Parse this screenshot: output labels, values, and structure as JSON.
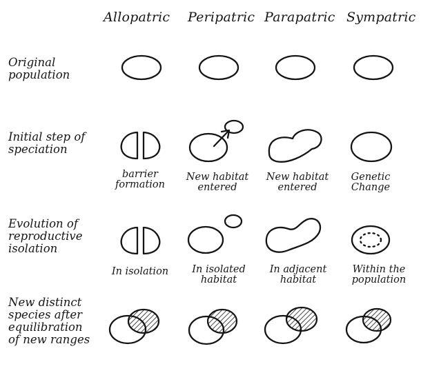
{
  "columns": [
    "Allopatric",
    "Peripatric",
    "Parapatric",
    "Sympatric"
  ],
  "rows": [
    {
      "label": "Original\npopulation"
    },
    {
      "label": "Initial step of\nspeciation"
    },
    {
      "label": "Evolution of\nreproductive\nisolation"
    },
    {
      "label": "New distinct\nspecies after\nequilibration\nof new ranges"
    }
  ],
  "captions": {
    "initial": [
      "barrier\nformation",
      "New habitat\nentered",
      "New habitat\nentered",
      "Genetic\nChange"
    ],
    "isolation": [
      "In isolation",
      "In isolated\nhabitat",
      "In adjacent\nhabitat",
      "Within the\npopulation"
    ]
  }
}
